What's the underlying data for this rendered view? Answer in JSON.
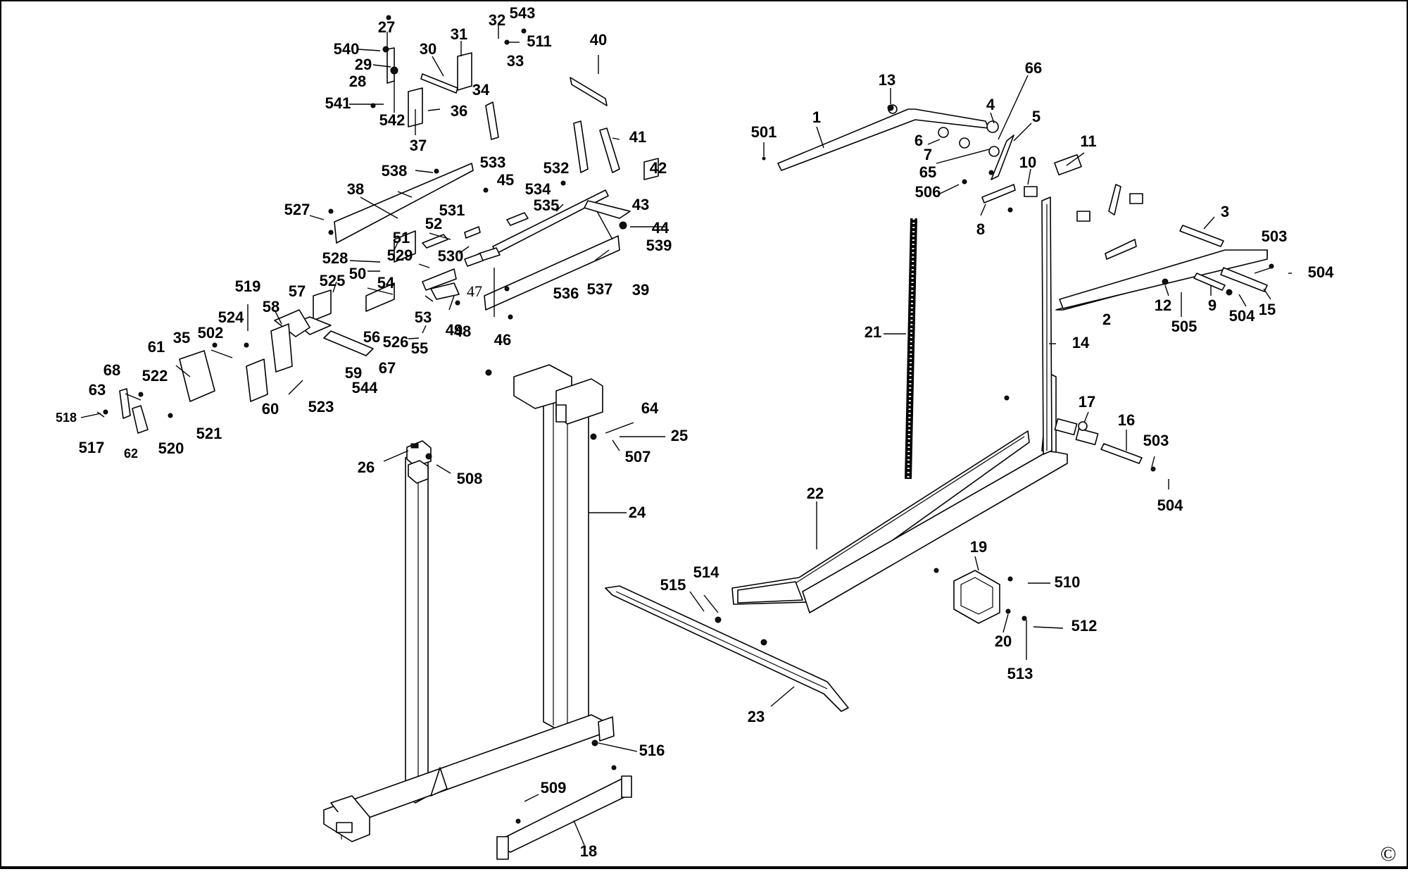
{
  "diagram": {
    "copyright_symbol": "©",
    "parts": [
      {
        "label": "27"
      },
      {
        "label": "32"
      },
      {
        "label": "543"
      },
      {
        "label": "31"
      },
      {
        "label": "511"
      },
      {
        "label": "540"
      },
      {
        "label": "30"
      },
      {
        "label": "33"
      },
      {
        "label": "29"
      },
      {
        "label": "28"
      },
      {
        "label": "34"
      },
      {
        "label": "40"
      },
      {
        "label": "541"
      },
      {
        "label": "36"
      },
      {
        "label": "542"
      },
      {
        "label": "37"
      },
      {
        "label": "41"
      },
      {
        "label": "42"
      },
      {
        "label": "538"
      },
      {
        "label": "533"
      },
      {
        "label": "532"
      },
      {
        "label": "45"
      },
      {
        "label": "534"
      },
      {
        "label": "43"
      },
      {
        "label": "38"
      },
      {
        "label": "527"
      },
      {
        "label": "531"
      },
      {
        "label": "535"
      },
      {
        "label": "44"
      },
      {
        "label": "52"
      },
      {
        "label": "51"
      },
      {
        "label": "530"
      },
      {
        "label": "539"
      },
      {
        "label": "528"
      },
      {
        "label": "529"
      },
      {
        "label": "50"
      },
      {
        "label": "54"
      },
      {
        "label": "47"
      },
      {
        "label": "536"
      },
      {
        "label": "537"
      },
      {
        "label": "39"
      },
      {
        "label": "525"
      },
      {
        "label": "519"
      },
      {
        "label": "57"
      },
      {
        "label": "58"
      },
      {
        "label": "53"
      },
      {
        "label": "49"
      },
      {
        "label": "48"
      },
      {
        "label": "56"
      },
      {
        "label": "526"
      },
      {
        "label": "55"
      },
      {
        "label": "46"
      },
      {
        "label": "524"
      },
      {
        "label": "502"
      },
      {
        "label": "35"
      },
      {
        "label": "61"
      },
      {
        "label": "67"
      },
      {
        "label": "59"
      },
      {
        "label": "544"
      },
      {
        "label": "68"
      },
      {
        "label": "522"
      },
      {
        "label": "63"
      },
      {
        "label": "523"
      },
      {
        "label": "60"
      },
      {
        "label": "521"
      },
      {
        "label": "518"
      },
      {
        "label": "517"
      },
      {
        "label": "62"
      },
      {
        "label": "520"
      },
      {
        "label": "13"
      },
      {
        "label": "66"
      },
      {
        "label": "1"
      },
      {
        "label": "501"
      },
      {
        "label": "4"
      },
      {
        "label": "5"
      },
      {
        "label": "6"
      },
      {
        "label": "7"
      },
      {
        "label": "65"
      },
      {
        "label": "11"
      },
      {
        "label": "10"
      },
      {
        "label": "506"
      },
      {
        "label": "8"
      },
      {
        "label": "3"
      },
      {
        "label": "503"
      },
      {
        "label": "504"
      },
      {
        "label": "12"
      },
      {
        "label": "9"
      },
      {
        "label": "15"
      },
      {
        "label": "504"
      },
      {
        "label": "2"
      },
      {
        "label": "505"
      },
      {
        "label": "21"
      },
      {
        "label": "14"
      },
      {
        "label": "64"
      },
      {
        "label": "25"
      },
      {
        "label": "507"
      },
      {
        "label": "17"
      },
      {
        "label": "16"
      },
      {
        "label": "503"
      },
      {
        "label": "26"
      },
      {
        "label": "508"
      },
      {
        "label": "24"
      },
      {
        "label": "22"
      },
      {
        "label": "504"
      },
      {
        "label": "19"
      },
      {
        "label": "514"
      },
      {
        "label": "515"
      },
      {
        "label": "510"
      },
      {
        "label": "512"
      },
      {
        "label": "20"
      },
      {
        "label": "513"
      },
      {
        "label": "23"
      },
      {
        "label": "516"
      },
      {
        "label": "509"
      },
      {
        "label": "18"
      }
    ]
  }
}
